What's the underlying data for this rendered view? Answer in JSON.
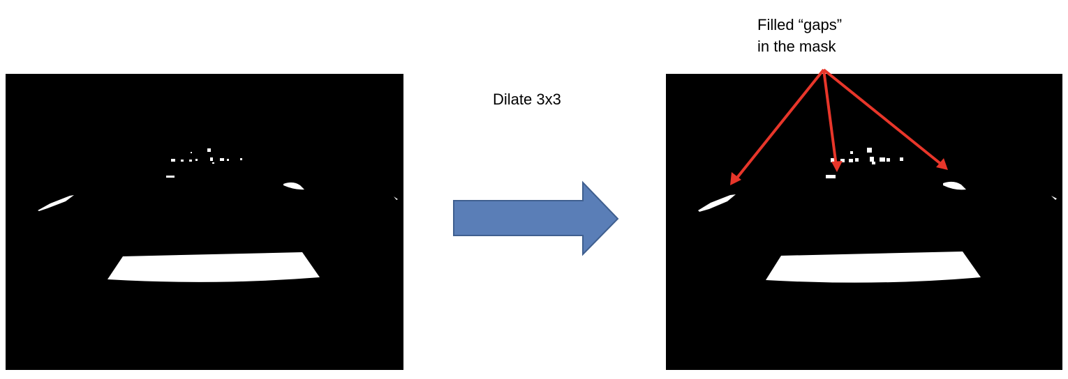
{
  "operation": {
    "label": "Dilate 3x3",
    "arrow_color": "#5a7eb7",
    "arrow_stroke": "#3f5f8f"
  },
  "annotation": {
    "line1": "Filled “gaps”",
    "line2": "in the mask",
    "arrow_color": "#e8362a"
  },
  "panels": {
    "before": {
      "background": "#000000",
      "foreground": "#ffffff"
    },
    "after": {
      "background": "#000000",
      "foreground": "#ffffff"
    }
  }
}
